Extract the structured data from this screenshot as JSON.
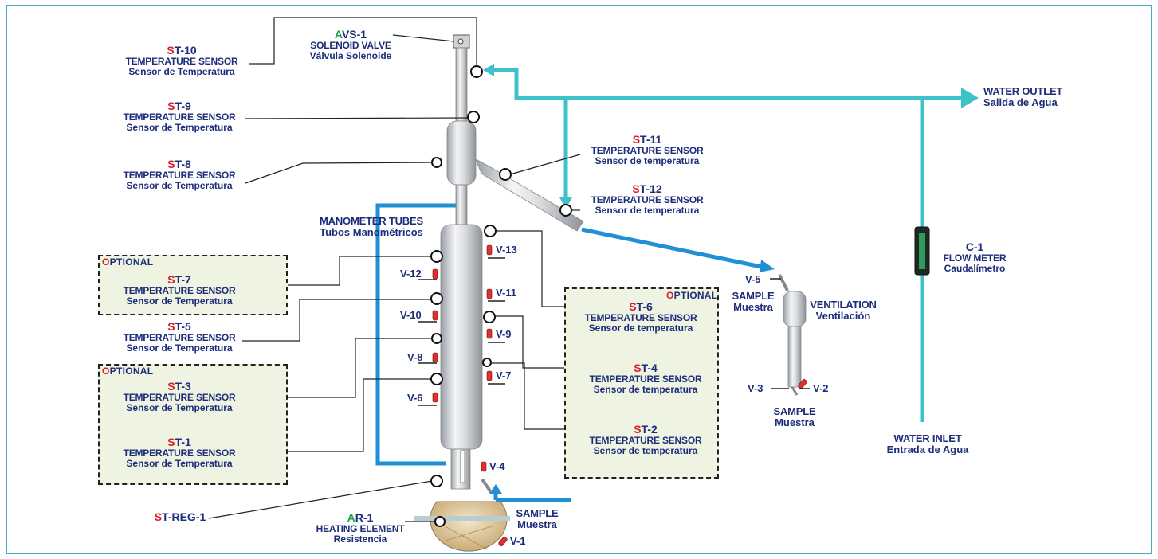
{
  "colors": {
    "label_text": "#1d2d7a",
    "prefix_red": "#d8202a",
    "prefix_green": "#1fa34a",
    "water_pipe": "#3cc2c8",
    "manometer_pipe": "#1f8fd6",
    "optional_box_bg": "#eef3e2"
  },
  "components": {
    "avs1": {
      "prefix": "A",
      "code": "VS-1",
      "en": "SOLENOID VALVE",
      "es": "Válvula Solenoide"
    },
    "st10": {
      "prefix": "S",
      "code": "T-10",
      "en": "TEMPERATURE SENSOR",
      "es": "Sensor de Temperatura"
    },
    "st9": {
      "prefix": "S",
      "code": "T-9",
      "en": "TEMPERATURE SENSOR",
      "es": "Sensor de Temperatura"
    },
    "st8": {
      "prefix": "S",
      "code": "T-8",
      "en": "TEMPERATURE SENSOR",
      "es": "Sensor de Temperatura"
    },
    "st11": {
      "prefix": "S",
      "code": "T-11",
      "en": "TEMPERATURE SENSOR",
      "es": "Sensor de temperatura"
    },
    "st12": {
      "prefix": "S",
      "code": "T-12",
      "en": "TEMPERATURE SENSOR",
      "es": "Sensor de temperatura"
    },
    "manometer": {
      "en": "MANOMETER TUBES",
      "es": "Tubos Manométricos"
    },
    "st7": {
      "prefix": "S",
      "code": "T-7",
      "en": "TEMPERATURE SENSOR",
      "es": "Sensor de Temperatura"
    },
    "st5": {
      "prefix": "S",
      "code": "T-5",
      "en": "TEMPERATURE SENSOR",
      "es": "Sensor de Temperatura"
    },
    "st3": {
      "prefix": "S",
      "code": "T-3",
      "en": "TEMPERATURE SENSOR",
      "es": "Sensor de Temperatura"
    },
    "st1": {
      "prefix": "S",
      "code": "T-1",
      "en": "TEMPERATURE SENSOR",
      "es": "Sensor de Temperatura"
    },
    "st6": {
      "prefix": "S",
      "code": "T-6",
      "en": "TEMPERATURE SENSOR",
      "es": "Sensor de temperatura"
    },
    "st4": {
      "prefix": "S",
      "code": "T-4",
      "en": "TEMPERATURE SENSOR",
      "es": "Sensor de temperatura"
    },
    "st2": {
      "prefix": "S",
      "code": "T-2",
      "en": "TEMPERATURE SENSOR",
      "es": "Sensor de temperatura"
    },
    "streg1": {
      "prefix": "S",
      "code": "T-REG-1"
    },
    "ar1": {
      "prefix": "A",
      "code": "R-1",
      "en": "HEATING ELEMENT",
      "es": "Resistencia"
    },
    "water_outlet": {
      "en": "WATER OUTLET",
      "es": "Salida de Agua"
    },
    "water_inlet": {
      "en": "WATER INLET",
      "es": "Entrada de Agua"
    },
    "c1": {
      "code": "C-1",
      "en": "FLOW METER",
      "es": "Caudalímetro"
    },
    "ventilation": {
      "en": "VENTILATION",
      "es": "Ventilación"
    },
    "sample_top": {
      "en": "SAMPLE",
      "es": "Muestra"
    },
    "sample_bottom": {
      "en": "SAMPLE",
      "es": "Muestra"
    },
    "sample_flask": {
      "en": "SAMPLE",
      "es": "Muestra"
    }
  },
  "optional_label": {
    "first": "O",
    "rest": "PTIONAL"
  },
  "valves": {
    "v1": "V-1",
    "v2": "V-2",
    "v3": "V-3",
    "v4": "V-4",
    "v5": "V-5",
    "v6": "V-6",
    "v7": "V-7",
    "v8": "V-8",
    "v9": "V-9",
    "v10": "V-10",
    "v11": "V-11",
    "v12": "V-12",
    "v13": "V-13"
  }
}
